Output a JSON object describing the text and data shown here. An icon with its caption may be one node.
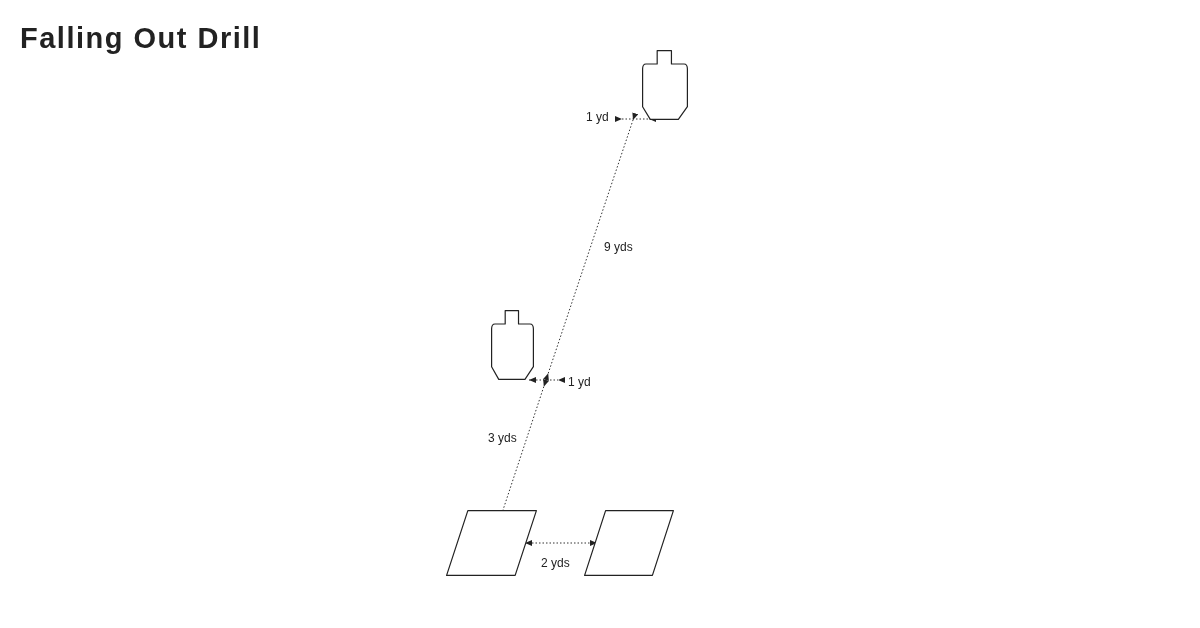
{
  "diagram": {
    "title": "Falling Out Drill",
    "labels": [
      "1 yd",
      "9 yds",
      "1 yd",
      "3 yds",
      "2 yds"
    ]
  }
}
